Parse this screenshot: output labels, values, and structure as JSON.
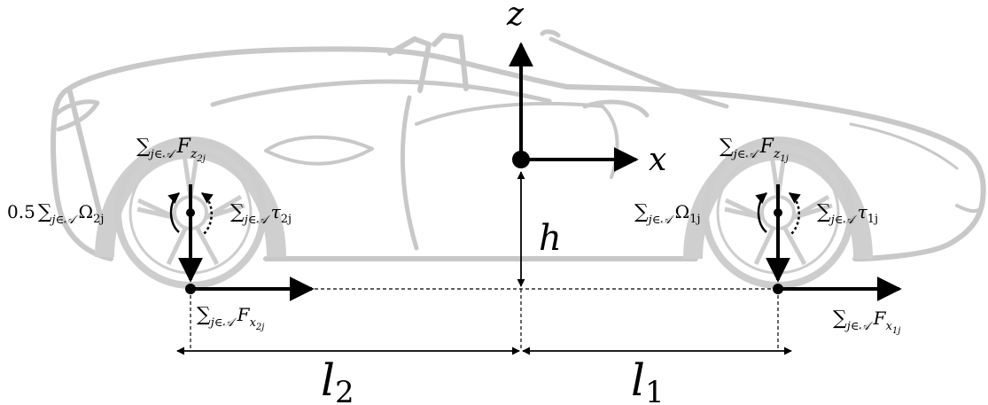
{
  "axes": {
    "z": "z",
    "x": "x"
  },
  "dimensions": {
    "h": "h",
    "l1": "l",
    "l1_sub": "1",
    "l2": "l",
    "l2_sub": "2"
  },
  "rear_wheel": {
    "fz": {
      "sum": "∑",
      "sub": "j∈𝒜",
      "sym": "F",
      "sub2": "z",
      "sub3": "2j"
    },
    "omega": {
      "coef": "0.5",
      "sum": "∑",
      "sub": "j∈𝒜",
      "sym": "Ω",
      "sub2": "2j"
    },
    "tau": {
      "sum": "∑",
      "sub": "j∈𝒜",
      "sym": "τ",
      "sub2": "2j"
    },
    "fx": {
      "sum": "∑",
      "sub": "j∈𝒜",
      "sym": "F",
      "sub2": "x",
      "sub3": "2j"
    }
  },
  "front_wheel": {
    "fz": {
      "sum": "∑",
      "sub": "j∈𝒜",
      "sym": "F",
      "sub2": "z",
      "sub3": "1j"
    },
    "omega": {
      "sum": "∑",
      "sub": "j∈𝒜",
      "sym": "Ω",
      "sub2": "1j"
    },
    "tau": {
      "sum": "∑",
      "sub": "j∈𝒜",
      "sym": "τ",
      "sub2": "1j"
    },
    "fx": {
      "sum": "∑",
      "sub": "j∈𝒜",
      "sym": "F",
      "sub2": "x",
      "sub3": "1j"
    }
  },
  "colors": {
    "car": "#d6d6d6",
    "car_stroke": "#c4c4c4",
    "ink": "#000000"
  }
}
